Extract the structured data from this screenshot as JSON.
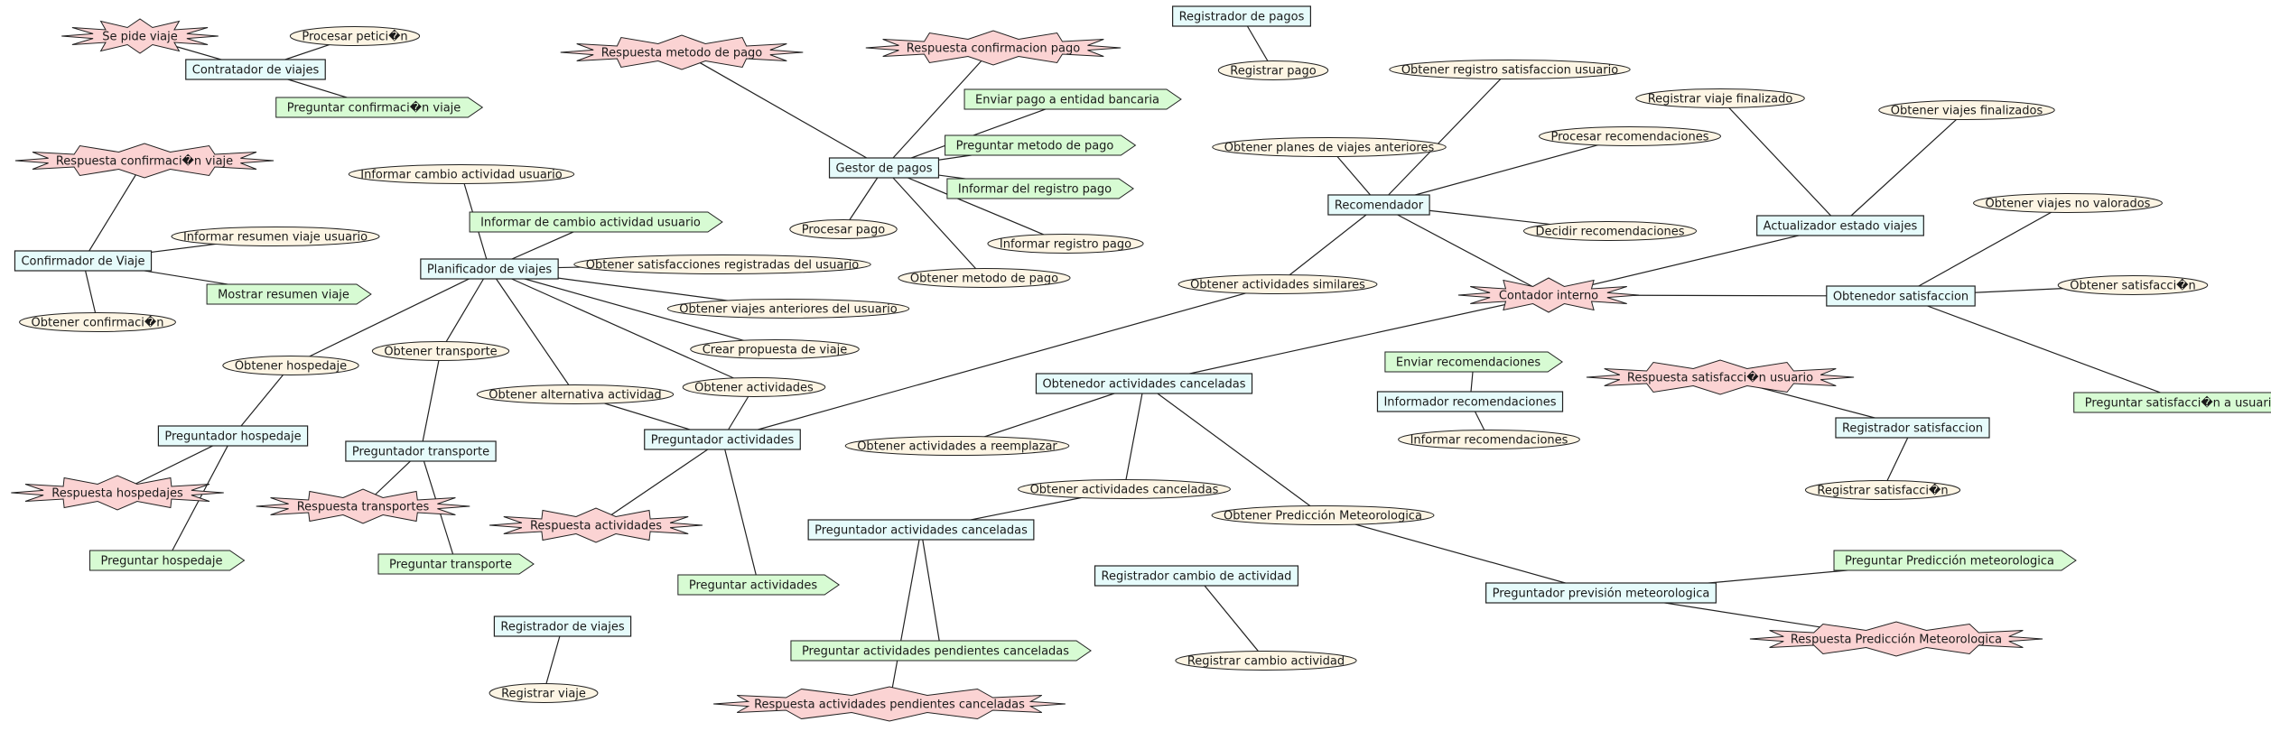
{
  "colors": {
    "rect_fill": "#e6fbfb",
    "ellipse_fill": "#fdf5e4",
    "star_fill": "#fbd3d3",
    "arrow_fill": "#d7fbd3",
    "stroke": "#222222",
    "edge": "#222222"
  },
  "nodes": [
    {
      "id": "se_pide_viaje",
      "shape": "star",
      "label": "Se pide viaje"
    },
    {
      "id": "procesar_peticion",
      "shape": "ellipse",
      "label": "Procesar petici�n"
    },
    {
      "id": "contratador_viajes",
      "shape": "rect",
      "label": "Contratador de viajes"
    },
    {
      "id": "preguntar_confirmacion_viaje",
      "shape": "arrow",
      "label": "Preguntar confirmaci�n viaje"
    },
    {
      "id": "respuesta_metodo_pago",
      "shape": "star",
      "label": "Respuesta metodo de pago"
    },
    {
      "id": "respuesta_confirmacion_pago",
      "shape": "star",
      "label": "Respuesta confirmacion pago"
    },
    {
      "id": "registrador_pagos",
      "shape": "rect",
      "label": "Registrador de pagos"
    },
    {
      "id": "registrar_pago",
      "shape": "ellipse",
      "label": "Registrar pago"
    },
    {
      "id": "obtener_registro_satisfaccion_usuario",
      "shape": "ellipse",
      "label": "Obtener registro satisfaccion usuario"
    },
    {
      "id": "enviar_pago_entidad",
      "shape": "arrow",
      "label": "Enviar pago a entidad bancaria"
    },
    {
      "id": "preguntar_metodo_pago",
      "shape": "arrow",
      "label": "Preguntar metodo de pago"
    },
    {
      "id": "informar_registro_pago",
      "shape": "arrow",
      "label": "Informar del registro pago"
    },
    {
      "id": "gestor_pagos",
      "shape": "rect",
      "label": "Gestor de pagos"
    },
    {
      "id": "procesar_pago",
      "shape": "ellipse",
      "label": "Procesar pago"
    },
    {
      "id": "informar_registro_pago_e",
      "shape": "ellipse",
      "label": "Informar registro pago"
    },
    {
      "id": "obtener_metodo_pago",
      "shape": "ellipse",
      "label": "Obtener metodo de pago"
    },
    {
      "id": "registrar_viaje_finalizado",
      "shape": "ellipse",
      "label": "Registrar viaje finalizado"
    },
    {
      "id": "obtener_viajes_finalizados",
      "shape": "ellipse",
      "label": "Obtener viajes finalizados"
    },
    {
      "id": "obtener_planes_anteriores",
      "shape": "ellipse",
      "label": "Obtener planes de viajes anteriores"
    },
    {
      "id": "procesar_recomendaciones",
      "shape": "ellipse",
      "label": "Procesar recomendaciones"
    },
    {
      "id": "recomendador",
      "shape": "rect",
      "label": "Recomendador"
    },
    {
      "id": "decidir_recomendaciones",
      "shape": "ellipse",
      "label": "Decidir recomendaciones"
    },
    {
      "id": "actualizador_estado_viajes",
      "shape": "rect",
      "label": "Actualizador estado viajes"
    },
    {
      "id": "obtener_viajes_no_valorados",
      "shape": "ellipse",
      "label": "Obtener viajes no valorados"
    },
    {
      "id": "respuesta_confirmacion_viaje",
      "shape": "star",
      "label": "Respuesta confirmaci�n viaje"
    },
    {
      "id": "informar_cambio_actividad_usuario_e",
      "shape": "ellipse",
      "label": "Informar cambio actividad usuario"
    },
    {
      "id": "informar_cambio_actividad_usuario_a",
      "shape": "arrow",
      "label": "Informar de cambio actividad usuario"
    },
    {
      "id": "informar_resumen_viaje_usuario",
      "shape": "ellipse",
      "label": "Informar resumen viaje usuario"
    },
    {
      "id": "confirmador_viaje",
      "shape": "rect",
      "label": "Confirmador de Viaje"
    },
    {
      "id": "planificador_viajes",
      "shape": "rect",
      "label": "Planificador de viajes"
    },
    {
      "id": "obtener_satisfacciones_registradas",
      "shape": "ellipse",
      "label": "Obtener satisfacciones registradas del usuario"
    },
    {
      "id": "mostrar_resumen_viaje",
      "shape": "arrow",
      "label": "Mostrar resumen viaje"
    },
    {
      "id": "obtener_confirmacion",
      "shape": "ellipse",
      "label": "Obtener confirmaci�n"
    },
    {
      "id": "obtener_actividades_similares",
      "shape": "ellipse",
      "label": "Obtener actividades similares"
    },
    {
      "id": "contador_interno",
      "shape": "star",
      "label": "Contador interno"
    },
    {
      "id": "obtenedor_satisfaccion",
      "shape": "rect",
      "label": "Obtenedor satisfaccion"
    },
    {
      "id": "obtener_satisfaccion",
      "shape": "ellipse",
      "label": "Obtener satisfacci�n"
    },
    {
      "id": "obtener_viajes_anteriores_usuario",
      "shape": "ellipse",
      "label": "Obtener viajes anteriores del usuario"
    },
    {
      "id": "crear_propuesta_viaje",
      "shape": "ellipse",
      "label": "Crear propuesta de viaje"
    },
    {
      "id": "obtener_hospedaje",
      "shape": "ellipse",
      "label": "Obtener hospedaje"
    },
    {
      "id": "obtener_transporte",
      "shape": "ellipse",
      "label": "Obtener transporte"
    },
    {
      "id": "enviar_recomendaciones",
      "shape": "arrow",
      "label": "Enviar recomendaciones"
    },
    {
      "id": "respuesta_satisfaccion_usuario",
      "shape": "star",
      "label": "Respuesta satisfacci�n usuario"
    },
    {
      "id": "obtenedor_actividades_canceladas",
      "shape": "rect",
      "label": "Obtenedor actividades canceladas"
    },
    {
      "id": "informador_recomendaciones",
      "shape": "rect",
      "label": "Informador recomendaciones"
    },
    {
      "id": "preguntar_satisfaccion_usuario",
      "shape": "arrow",
      "label": "Preguntar satisfacci�n a usuario"
    },
    {
      "id": "obtener_alternativa_actividad",
      "shape": "ellipse",
      "label": "Obtener alternativa actividad"
    },
    {
      "id": "obtener_actividades",
      "shape": "ellipse",
      "label": "Obtener actividades"
    },
    {
      "id": "informar_recomendaciones",
      "shape": "ellipse",
      "label": "Informar recomendaciones"
    },
    {
      "id": "registrador_satisfaccion",
      "shape": "rect",
      "label": "Registrador satisfaccion"
    },
    {
      "id": "preguntador_hospedaje",
      "shape": "rect",
      "label": "Preguntador hospedaje"
    },
    {
      "id": "preguntador_actividades",
      "shape": "rect",
      "label": "Preguntador actividades"
    },
    {
      "id": "obtener_actividades_reemplazar",
      "shape": "ellipse",
      "label": "Obtener actividades a reemplazar"
    },
    {
      "id": "preguntador_transporte",
      "shape": "rect",
      "label": "Preguntador transporte"
    },
    {
      "id": "respuesta_hospedajes",
      "shape": "star",
      "label": "Respuesta hospedajes"
    },
    {
      "id": "obtener_actividades_canceladas",
      "shape": "ellipse",
      "label": "Obtener actividades canceladas"
    },
    {
      "id": "registrar_satisfaccion",
      "shape": "ellipse",
      "label": "Registrar satisfacci�n"
    },
    {
      "id": "respuesta_transportes",
      "shape": "star",
      "label": "Respuesta transportes"
    },
    {
      "id": "respuesta_actividades",
      "shape": "star",
      "label": "Respuesta actividades"
    },
    {
      "id": "preguntador_actividades_canceladas",
      "shape": "rect",
      "label": "Preguntador actividades canceladas"
    },
    {
      "id": "obtener_prediccion_meteorologica",
      "shape": "ellipse",
      "label": "Obtener Predicción Meteorologica"
    },
    {
      "id": "preguntar_hospedaje",
      "shape": "arrow",
      "label": "Preguntar hospedaje"
    },
    {
      "id": "preguntar_transporte",
      "shape": "arrow",
      "label": "Preguntar transporte"
    },
    {
      "id": "preguntar_actividades",
      "shape": "arrow",
      "label": "Preguntar actividades"
    },
    {
      "id": "preguntar_prediccion_meteorologica",
      "shape": "arrow",
      "label": "Preguntar Predicción meteorologica"
    },
    {
      "id": "registrador_cambio_actividad",
      "shape": "rect",
      "label": "Registrador cambio de actividad"
    },
    {
      "id": "preguntador_prevision_meteorologica",
      "shape": "rect",
      "label": "Preguntador previsión meteorologica"
    },
    {
      "id": "respuesta_prediccion_meteorologica",
      "shape": "star",
      "label": "Respuesta Predicción Meteorologica"
    },
    {
      "id": "registrador_viajes",
      "shape": "rect",
      "label": "Registrador de viajes"
    },
    {
      "id": "preguntar_actividades_pendientes_canceladas",
      "shape": "arrow",
      "label": "Preguntar actividades pendientes canceladas"
    },
    {
      "id": "registrar_cambio_actividad",
      "shape": "ellipse",
      "label": "Registrar cambio actividad"
    },
    {
      "id": "registrar_viaje",
      "shape": "ellipse",
      "label": "Registrar viaje"
    },
    {
      "id": "respuesta_actividades_pendientes_canceladas",
      "shape": "star",
      "label": "Respuesta actividades pendientes canceladas"
    }
  ],
  "edges": [
    [
      "se_pide_viaje",
      "contratador_viajes"
    ],
    [
      "procesar_peticion",
      "contratador_viajes"
    ],
    [
      "contratador_viajes",
      "preguntar_confirmacion_viaje"
    ],
    [
      "respuesta_metodo_pago",
      "gestor_pagos"
    ],
    [
      "respuesta_confirmacion_pago",
      "gestor_pagos"
    ],
    [
      "enviar_pago_entidad",
      "gestor_pagos"
    ],
    [
      "preguntar_metodo_pago",
      "gestor_pagos"
    ],
    [
      "informar_registro_pago",
      "gestor_pagos"
    ],
    [
      "gestor_pagos",
      "procesar_pago"
    ],
    [
      "gestor_pagos",
      "informar_registro_pago_e"
    ],
    [
      "gestor_pagos",
      "obtener_metodo_pago"
    ],
    [
      "registrador_pagos",
      "registrar_pago"
    ],
    [
      "obtener_registro_satisfaccion_usuario",
      "recomendador"
    ],
    [
      "obtener_planes_anteriores",
      "recomendador"
    ],
    [
      "procesar_recomendaciones",
      "recomendador"
    ],
    [
      "recomendador",
      "decidir_recomendaciones"
    ],
    [
      "recomendador",
      "obtener_actividades_similares"
    ],
    [
      "recomendador",
      "contador_interno"
    ],
    [
      "registrar_viaje_finalizado",
      "actualizador_estado_viajes"
    ],
    [
      "obtener_viajes_finalizados",
      "actualizador_estado_viajes"
    ],
    [
      "actualizador_estado_viajes",
      "contador_interno"
    ],
    [
      "contador_interno",
      "obtenedor_satisfaccion"
    ],
    [
      "obtener_viajes_no_valorados",
      "obtenedor_satisfaccion"
    ],
    [
      "obtenedor_satisfaccion",
      "obtener_satisfaccion"
    ],
    [
      "obtenedor_satisfaccion",
      "preguntar_satisfaccion_usuario"
    ],
    [
      "contador_interno",
      "obtenedor_actividades_canceladas"
    ],
    [
      "respuesta_confirmacion_viaje",
      "confirmador_viaje"
    ],
    [
      "informar_resumen_viaje_usuario",
      "confirmador_viaje"
    ],
    [
      "confirmador_viaje",
      "mostrar_resumen_viaje"
    ],
    [
      "confirmador_viaje",
      "obtener_confirmacion"
    ],
    [
      "informar_cambio_actividad_usuario_e",
      "planificador_viajes"
    ],
    [
      "informar_cambio_actividad_usuario_a",
      "planificador_viajes"
    ],
    [
      "planificador_viajes",
      "obtener_satisfacciones_registradas"
    ],
    [
      "planificador_viajes",
      "obtener_viajes_anteriores_usuario"
    ],
    [
      "planificador_viajes",
      "crear_propuesta_viaje"
    ],
    [
      "planificador_viajes",
      "obtener_actividades"
    ],
    [
      "planificador_viajes",
      "obtener_alternativa_actividad"
    ],
    [
      "planificador_viajes",
      "obtener_transporte"
    ],
    [
      "planificador_viajes",
      "obtener_hospedaje"
    ],
    [
      "obtener_hospedaje",
      "preguntador_hospedaje"
    ],
    [
      "preguntador_hospedaje",
      "respuesta_hospedajes"
    ],
    [
      "preguntador_hospedaje",
      "preguntar_hospedaje"
    ],
    [
      "obtener_transporte",
      "preguntador_transporte"
    ],
    [
      "preguntador_transporte",
      "respuesta_transportes"
    ],
    [
      "preguntador_transporte",
      "preguntar_transporte"
    ],
    [
      "obtener_alternativa_actividad",
      "preguntador_actividades"
    ],
    [
      "obtener_actividades",
      "preguntador_actividades"
    ],
    [
      "preguntador_actividades",
      "respuesta_actividades"
    ],
    [
      "preguntador_actividades",
      "preguntar_actividades"
    ],
    [
      "preguntador_actividades",
      "obtener_actividades_similares"
    ],
    [
      "enviar_recomendaciones",
      "informador_recomendaciones"
    ],
    [
      "informador_recomendaciones",
      "informar_recomendaciones"
    ],
    [
      "obtenedor_actividades_canceladas",
      "obtener_actividades_reemplazar"
    ],
    [
      "obtenedor_actividades_canceladas",
      "obtener_actividades_canceladas"
    ],
    [
      "obtenedor_actividades_canceladas",
      "obtener_prediccion_meteorologica"
    ],
    [
      "obtener_actividades_canceladas",
      "preguntador_actividades_canceladas"
    ],
    [
      "preguntador_actividades_canceladas",
      "preguntar_actividades_pendientes_canceladas"
    ],
    [
      "preguntador_actividades_canceladas",
      "respuesta_actividades_pendientes_canceladas"
    ],
    [
      "respuesta_satisfaccion_usuario",
      "registrador_satisfaccion"
    ],
    [
      "registrador_satisfaccion",
      "registrar_satisfaccion"
    ],
    [
      "obtener_prediccion_meteorologica",
      "preguntador_prevision_meteorologica"
    ],
    [
      "preguntador_prevision_meteorologica",
      "preguntar_prediccion_meteorologica"
    ],
    [
      "preguntador_prevision_meteorologica",
      "respuesta_prediccion_meteorologica"
    ],
    [
      "registrador_cambio_actividad",
      "registrar_cambio_actividad"
    ],
    [
      "registrador_viajes",
      "registrar_viaje"
    ]
  ]
}
